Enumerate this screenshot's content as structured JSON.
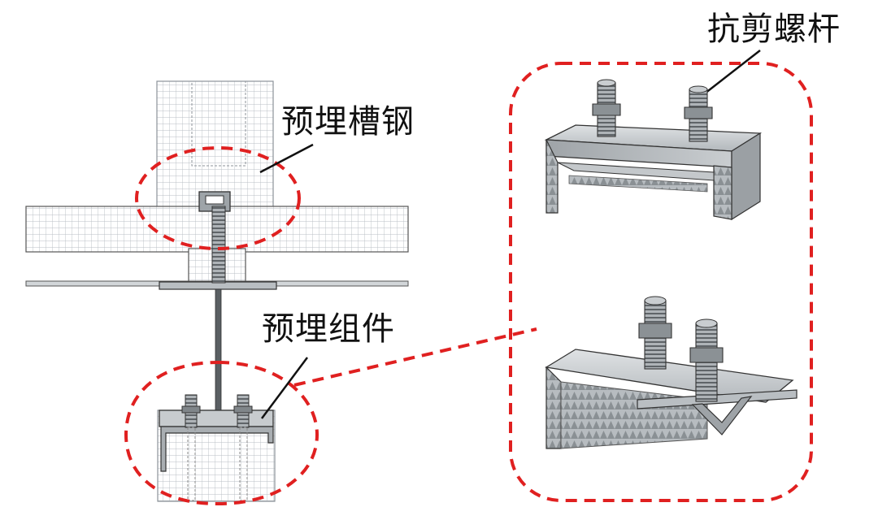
{
  "labels": {
    "embedded_channel": "预埋槽钢",
    "embedded_assembly": "预埋组件",
    "shear_bolt": "抗剪螺杆"
  },
  "colors": {
    "highlight": "#e02020",
    "steel_light": "#cfd3d6",
    "steel_mid": "#a8adb1",
    "steel_dark": "#6f7478",
    "concrete_grid": "#b8bec4",
    "outline": "#2a2a2a"
  }
}
